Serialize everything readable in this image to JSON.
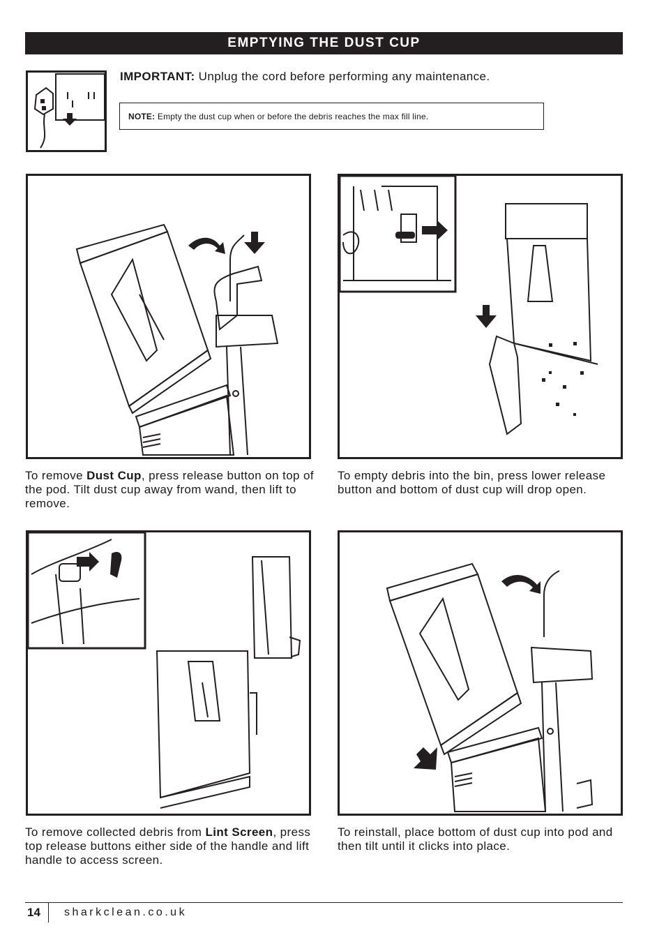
{
  "header": {
    "title": "EMPTYING THE DUST CUP"
  },
  "important": {
    "label": "IMPORTANT:",
    "text": " Unplug the cord before performing any maintenance."
  },
  "note": {
    "label": "NOTE:",
    "text": " Empty the dust cup when or before the debris reaches the max fill line."
  },
  "steps": [
    {
      "caption_pre": "To remove ",
      "caption_bold": "Dust Cup",
      "caption_post": ", press release button on top of the pod. Tilt dust cup away from wand, then lift to remove."
    },
    {
      "caption_pre": "To empty debris into the bin, press lower release button and bottom of dust cup will drop open.",
      "caption_bold": "",
      "caption_post": ""
    },
    {
      "caption_pre": "To remove collected debris from ",
      "caption_bold": "Lint Screen",
      "caption_post": ", press top release buttons either side of the handle and lift handle to access screen."
    },
    {
      "caption_pre": "To reinstall, place bottom of dust cup into pod and then tilt until it clicks into place.",
      "caption_bold": "",
      "caption_post": ""
    }
  ],
  "footer": {
    "page_number": "14",
    "website": "sharkclean.co.uk"
  }
}
